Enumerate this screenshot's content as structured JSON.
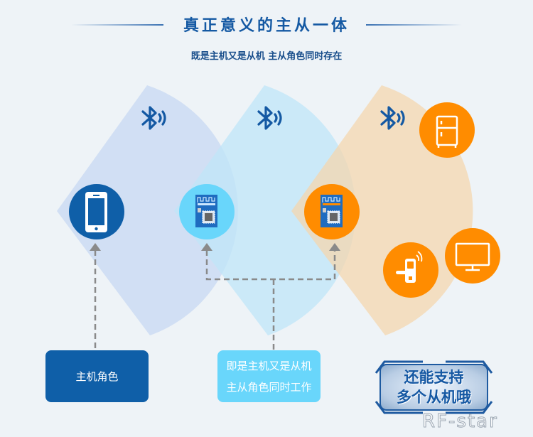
{
  "header": {
    "title": "真正意义的主从一体",
    "subtitle": "既是主机又是从机 主从角色同时存在"
  },
  "colors": {
    "background": "#eef3f7",
    "title": "#1459a3",
    "master_blue": "#0f5fa8",
    "dual_cyan": "#69d6fb",
    "slave_orange": "#ff8c00",
    "sector_master": "#d3e0f4",
    "sector_dual": "#c6e9f8",
    "sector_slave": "#f3dcbc",
    "connector": "#8a8a8a"
  },
  "sectors": [
    {
      "name": "master-range",
      "icon": "bluetooth-icon"
    },
    {
      "name": "dual-range",
      "icon": "bluetooth-icon"
    },
    {
      "name": "slave-range",
      "icon": "bluetooth-icon"
    }
  ],
  "nodes": [
    {
      "name": "phone",
      "icon": "smartphone-icon",
      "role": "master"
    },
    {
      "name": "module-dual",
      "icon": "ble-module-icon",
      "role": "dual"
    },
    {
      "name": "module-slave-host",
      "icon": "ble-module-icon",
      "role": "dual"
    },
    {
      "name": "fridge",
      "icon": "refrigerator-icon",
      "role": "slave"
    },
    {
      "name": "door-lock",
      "icon": "smart-lock-icon",
      "role": "slave"
    },
    {
      "name": "monitor",
      "icon": "monitor-icon",
      "role": "slave"
    }
  ],
  "labels": {
    "master": "主机角色",
    "dual_line1": "即是主机又是从机",
    "dual_line2": "主从角色同时工作",
    "badge_line1": "还能支持",
    "badge_line2": "多个从机哦"
  },
  "watermark": "RF-star"
}
